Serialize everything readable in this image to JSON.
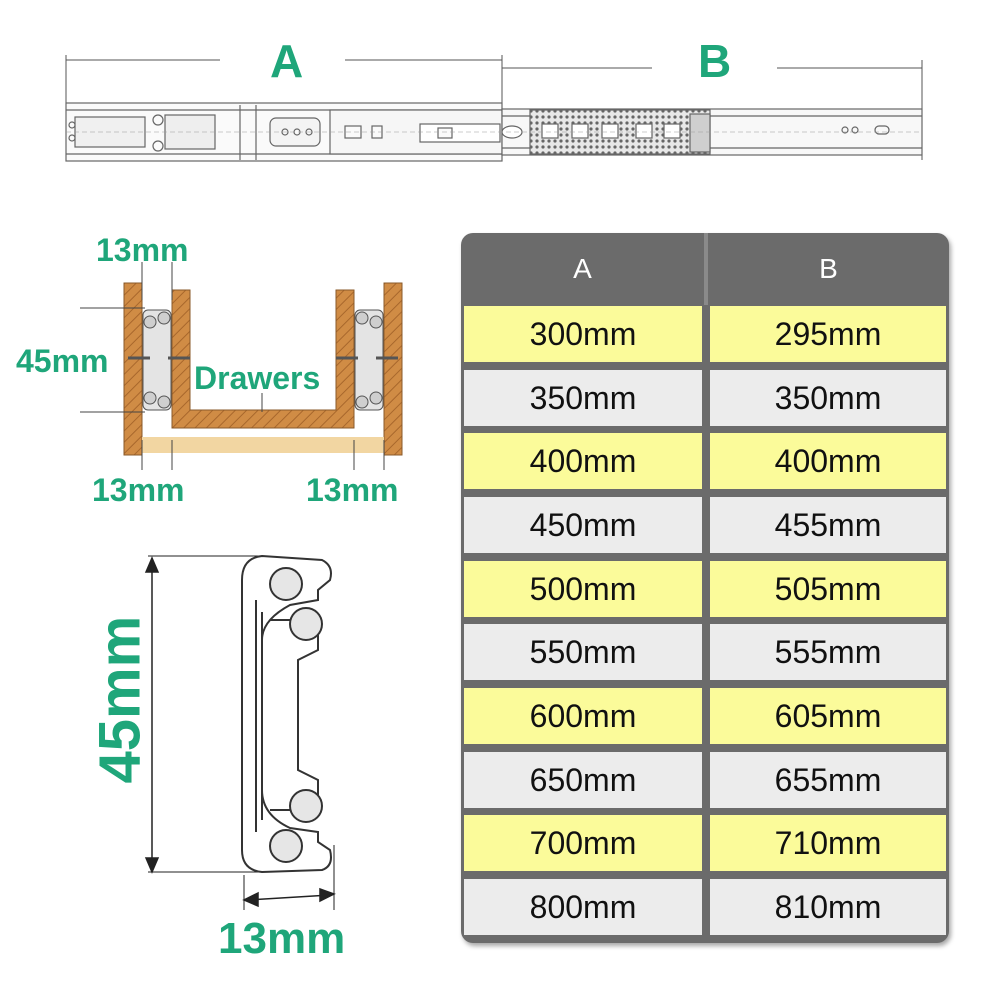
{
  "top_diagram": {
    "label_a": "A",
    "label_b": "B"
  },
  "section_diagram": {
    "label_top": "13mm",
    "label_height": "45mm",
    "label_drawers": "Drawers",
    "label_bottom_left": "13mm",
    "label_bottom_right": "13mm"
  },
  "profile_diagram": {
    "label_height": "45mm",
    "label_width": "13mm"
  },
  "colors": {
    "accent_green": "#1fa67a",
    "wood": "#c8823e",
    "row_yellow": "#fbfb9a",
    "row_gray": "#ececec",
    "table_header": "#6b6b6b"
  },
  "table": {
    "headers": [
      "A",
      "B"
    ],
    "rows": [
      {
        "a": "300mm",
        "b": "295mm",
        "style": "yellow"
      },
      {
        "a": "350mm",
        "b": "350mm",
        "style": "gray"
      },
      {
        "a": "400mm",
        "b": "400mm",
        "style": "yellow"
      },
      {
        "a": "450mm",
        "b": "455mm",
        "style": "gray"
      },
      {
        "a": "500mm",
        "b": "505mm",
        "style": "yellow"
      },
      {
        "a": "550mm",
        "b": "555mm",
        "style": "gray"
      },
      {
        "a": "600mm",
        "b": "605mm",
        "style": "yellow"
      },
      {
        "a": "650mm",
        "b": "655mm",
        "style": "gray"
      },
      {
        "a": "700mm",
        "b": "710mm",
        "style": "yellow"
      },
      {
        "a": "800mm",
        "b": "810mm",
        "style": "gray"
      }
    ]
  }
}
